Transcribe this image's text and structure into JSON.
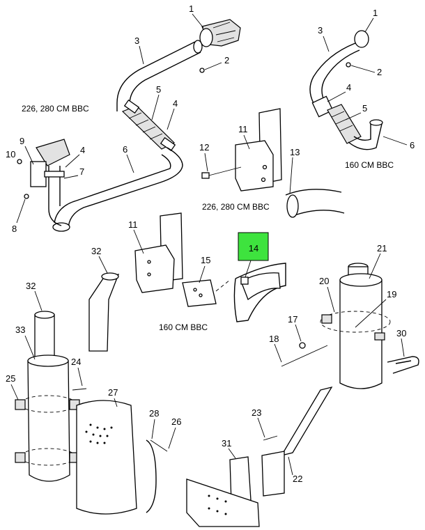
{
  "diagram": {
    "captions": {
      "top_left": "226, 280 CM BBC",
      "top_right": "160 CM BBC",
      "middle_right": "226, 280 CM BBC",
      "middle_left": "160 CM BBC"
    },
    "highlight": {
      "label": "14",
      "color": "#3ee33e"
    },
    "callouts": {
      "a1": "1",
      "a2": "2",
      "a3": "3",
      "a4": "4",
      "a5": "5",
      "a4b": "4",
      "a6": "6",
      "a7": "7",
      "a8": "8",
      "a9": "9",
      "a10": "10",
      "b1": "1",
      "b2": "2",
      "b3": "3",
      "b4": "4",
      "b5": "5",
      "b6": "6",
      "c11": "11",
      "c12": "12",
      "c13": "13",
      "d11": "11",
      "d15": "15",
      "d32": "32",
      "e21": "21",
      "e20": "20",
      "e19": "19",
      "e17": "17",
      "e18": "18",
      "e30": "30",
      "e23": "23",
      "e22": "22",
      "e31": "31",
      "f32": "32",
      "f33": "33",
      "f24": "24",
      "f25": "25",
      "f27": "27",
      "f28": "28",
      "f26": "26"
    }
  }
}
